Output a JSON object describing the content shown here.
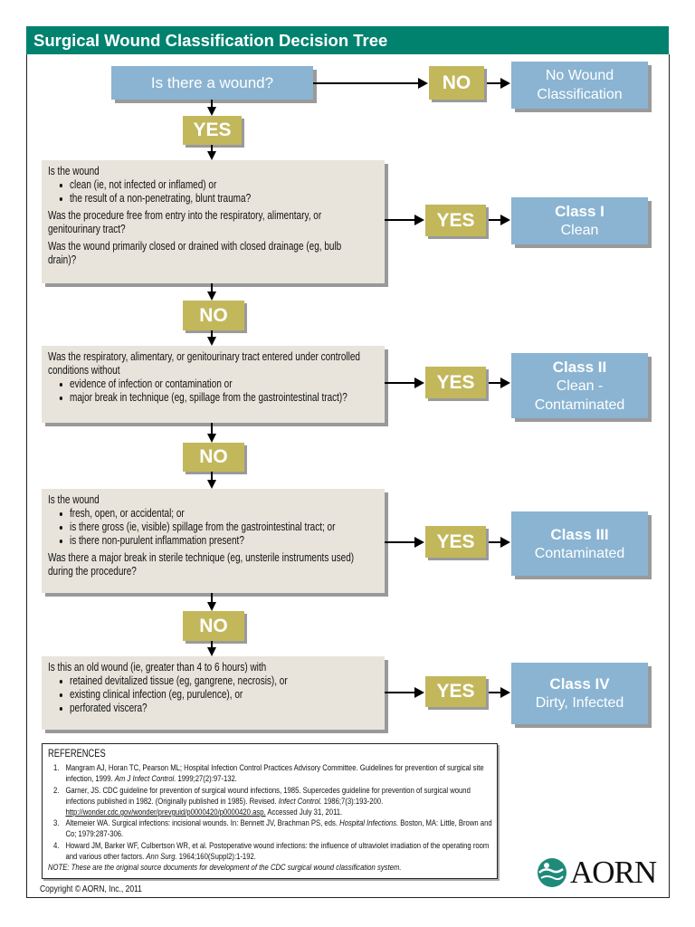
{
  "title": "Surgical Wound Classification Decision Tree",
  "start": {
    "question": "Is there a wound?",
    "no_label": "NO",
    "yes_label": "YES",
    "no_result": [
      "No Wound",
      "Classification"
    ]
  },
  "steps": [
    {
      "question": {
        "intro": "Is the wound",
        "bullets": [
          "clean (ie, not infected or inflamed) or",
          "the result of a non-penetrating, blunt trauma?"
        ],
        "extra": [
          "Was the procedure free from entry into the respiratory, alimentary, or genitourinary tract?",
          "Was the wound primarily closed or drained with closed drainage (eg, bulb drain)?"
        ]
      },
      "yes_label": "YES",
      "class_title": "Class I",
      "class_sub": "Clean",
      "no_label": "NO"
    },
    {
      "question": {
        "intro": "Was the respiratory, alimentary, or genitourinary tract entered under controlled conditions without",
        "bullets": [
          "evidence of infection or contamination or",
          "major break in technique (eg, spillage from the gastrointestinal tract)?"
        ],
        "extra": []
      },
      "yes_label": "YES",
      "class_title": "Class II",
      "class_sub": "Clean - Contaminated",
      "no_label": "NO"
    },
    {
      "question": {
        "intro": "Is the wound",
        "bullets": [
          "fresh, open, or accidental; or",
          "is there gross (ie, visible) spillage from the gastrointestinal tract; or",
          "is there non-purulent inflammation present?"
        ],
        "extra": [
          "Was there a major break in sterile technique (eg, unsterile instruments used) during the procedure?"
        ]
      },
      "yes_label": "YES",
      "class_title": "Class III",
      "class_sub": "Contaminated",
      "no_label": "NO"
    },
    {
      "question": {
        "intro": "Is this an old wound (ie, greater than 4 to 6 hours) with",
        "bullets": [
          "retained devitalized tissue (eg, gangrene, necrosis), or",
          "existing clinical infection (eg, purulence), or",
          "perforated viscera?"
        ],
        "extra": []
      },
      "yes_label": "YES",
      "class_title": "Class IV",
      "class_sub": "Dirty, Infected"
    }
  ],
  "references": {
    "heading": "REFERENCES",
    "items": [
      {
        "text": "Mangram AJ, Horan TC, Pearson ML; Hospital Infection Control Practices Advisory Committee. Guidelines for prevention of surgical site infection, 1999.",
        "journal": "Am J Infect Control.",
        "tail": "1999;27(2):97-132."
      },
      {
        "text": "Garner, JS. CDC guideline for prevention of surgical wound infections, 1985. Supercedes guideline for prevention of surgical wound infections published in 1982. (Originally published in 1985). Revised.",
        "journal": "Infect Control.",
        "tail": "1986;7(3):193-200.",
        "link": "http://wonder.cdc.gov/wonder/prevguid/p0000420/p0000420.asp.",
        "accessed": "Accessed July 31, 2011."
      },
      {
        "text": "Altemeier WA. Surgical infections: incisional wounds. In: Bennett JV, Brachman PS, eds.",
        "journal": "Hospital Infections.",
        "tail": "Boston, MA: Little, Brown and Co; 1979:287-306."
      },
      {
        "text": "Howard JM, Barker WF, Culbertson WR, et al. Postoperative wound infections: the influence of ultraviolet irradiation of the operating room and various other factors.",
        "journal": "Ann Surg.",
        "tail": "1964;160(Suppl2):1-192."
      }
    ],
    "note": "NOTE: These are the original source documents for development of the CDC surgical wound classification system."
  },
  "copyright": "Copyright © AORN, Inc., 2011",
  "logo": {
    "text": "AORN",
    "icon": "globe-hands-icon"
  },
  "colors": {
    "header": "#00826f",
    "blue_box": "#8ab4d2",
    "olive_box": "#c3b75c",
    "question_box": "#e8e4db"
  }
}
